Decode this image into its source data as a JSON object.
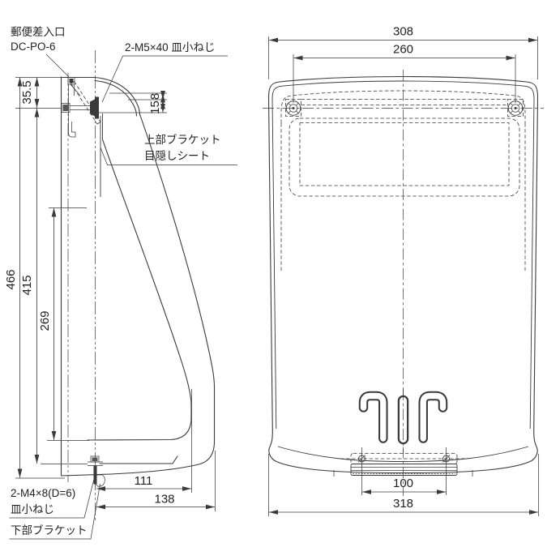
{
  "page": {
    "background": "#ffffff",
    "line_color": "#3a3a3a"
  },
  "side_view": {
    "labels": {
      "mail_slot_l1": "郵便差入口",
      "mail_slot_l2": "DC-PO-6",
      "upper_screw": "2-M5×40 皿小ねじ",
      "upper_bracket": "上部ブラケット",
      "blind_sheet": "目隠しシート",
      "lower_screw_l1": "2-M4×8(D=6)",
      "lower_screw_l2": "皿小ねじ",
      "lower_bracket": "下部ブラケット"
    },
    "dims": {
      "top_offset": "35.5",
      "overall_height": "466",
      "height_to_door_bottom": "415",
      "inner_height": "269",
      "offset_8": "8",
      "offset_15": "15",
      "depth_111": "111",
      "depth_138": "138"
    }
  },
  "front_view": {
    "dims": {
      "overall_width": "308",
      "screw_pitch": "260",
      "bracket_pitch": "100",
      "base_width": "318"
    }
  }
}
